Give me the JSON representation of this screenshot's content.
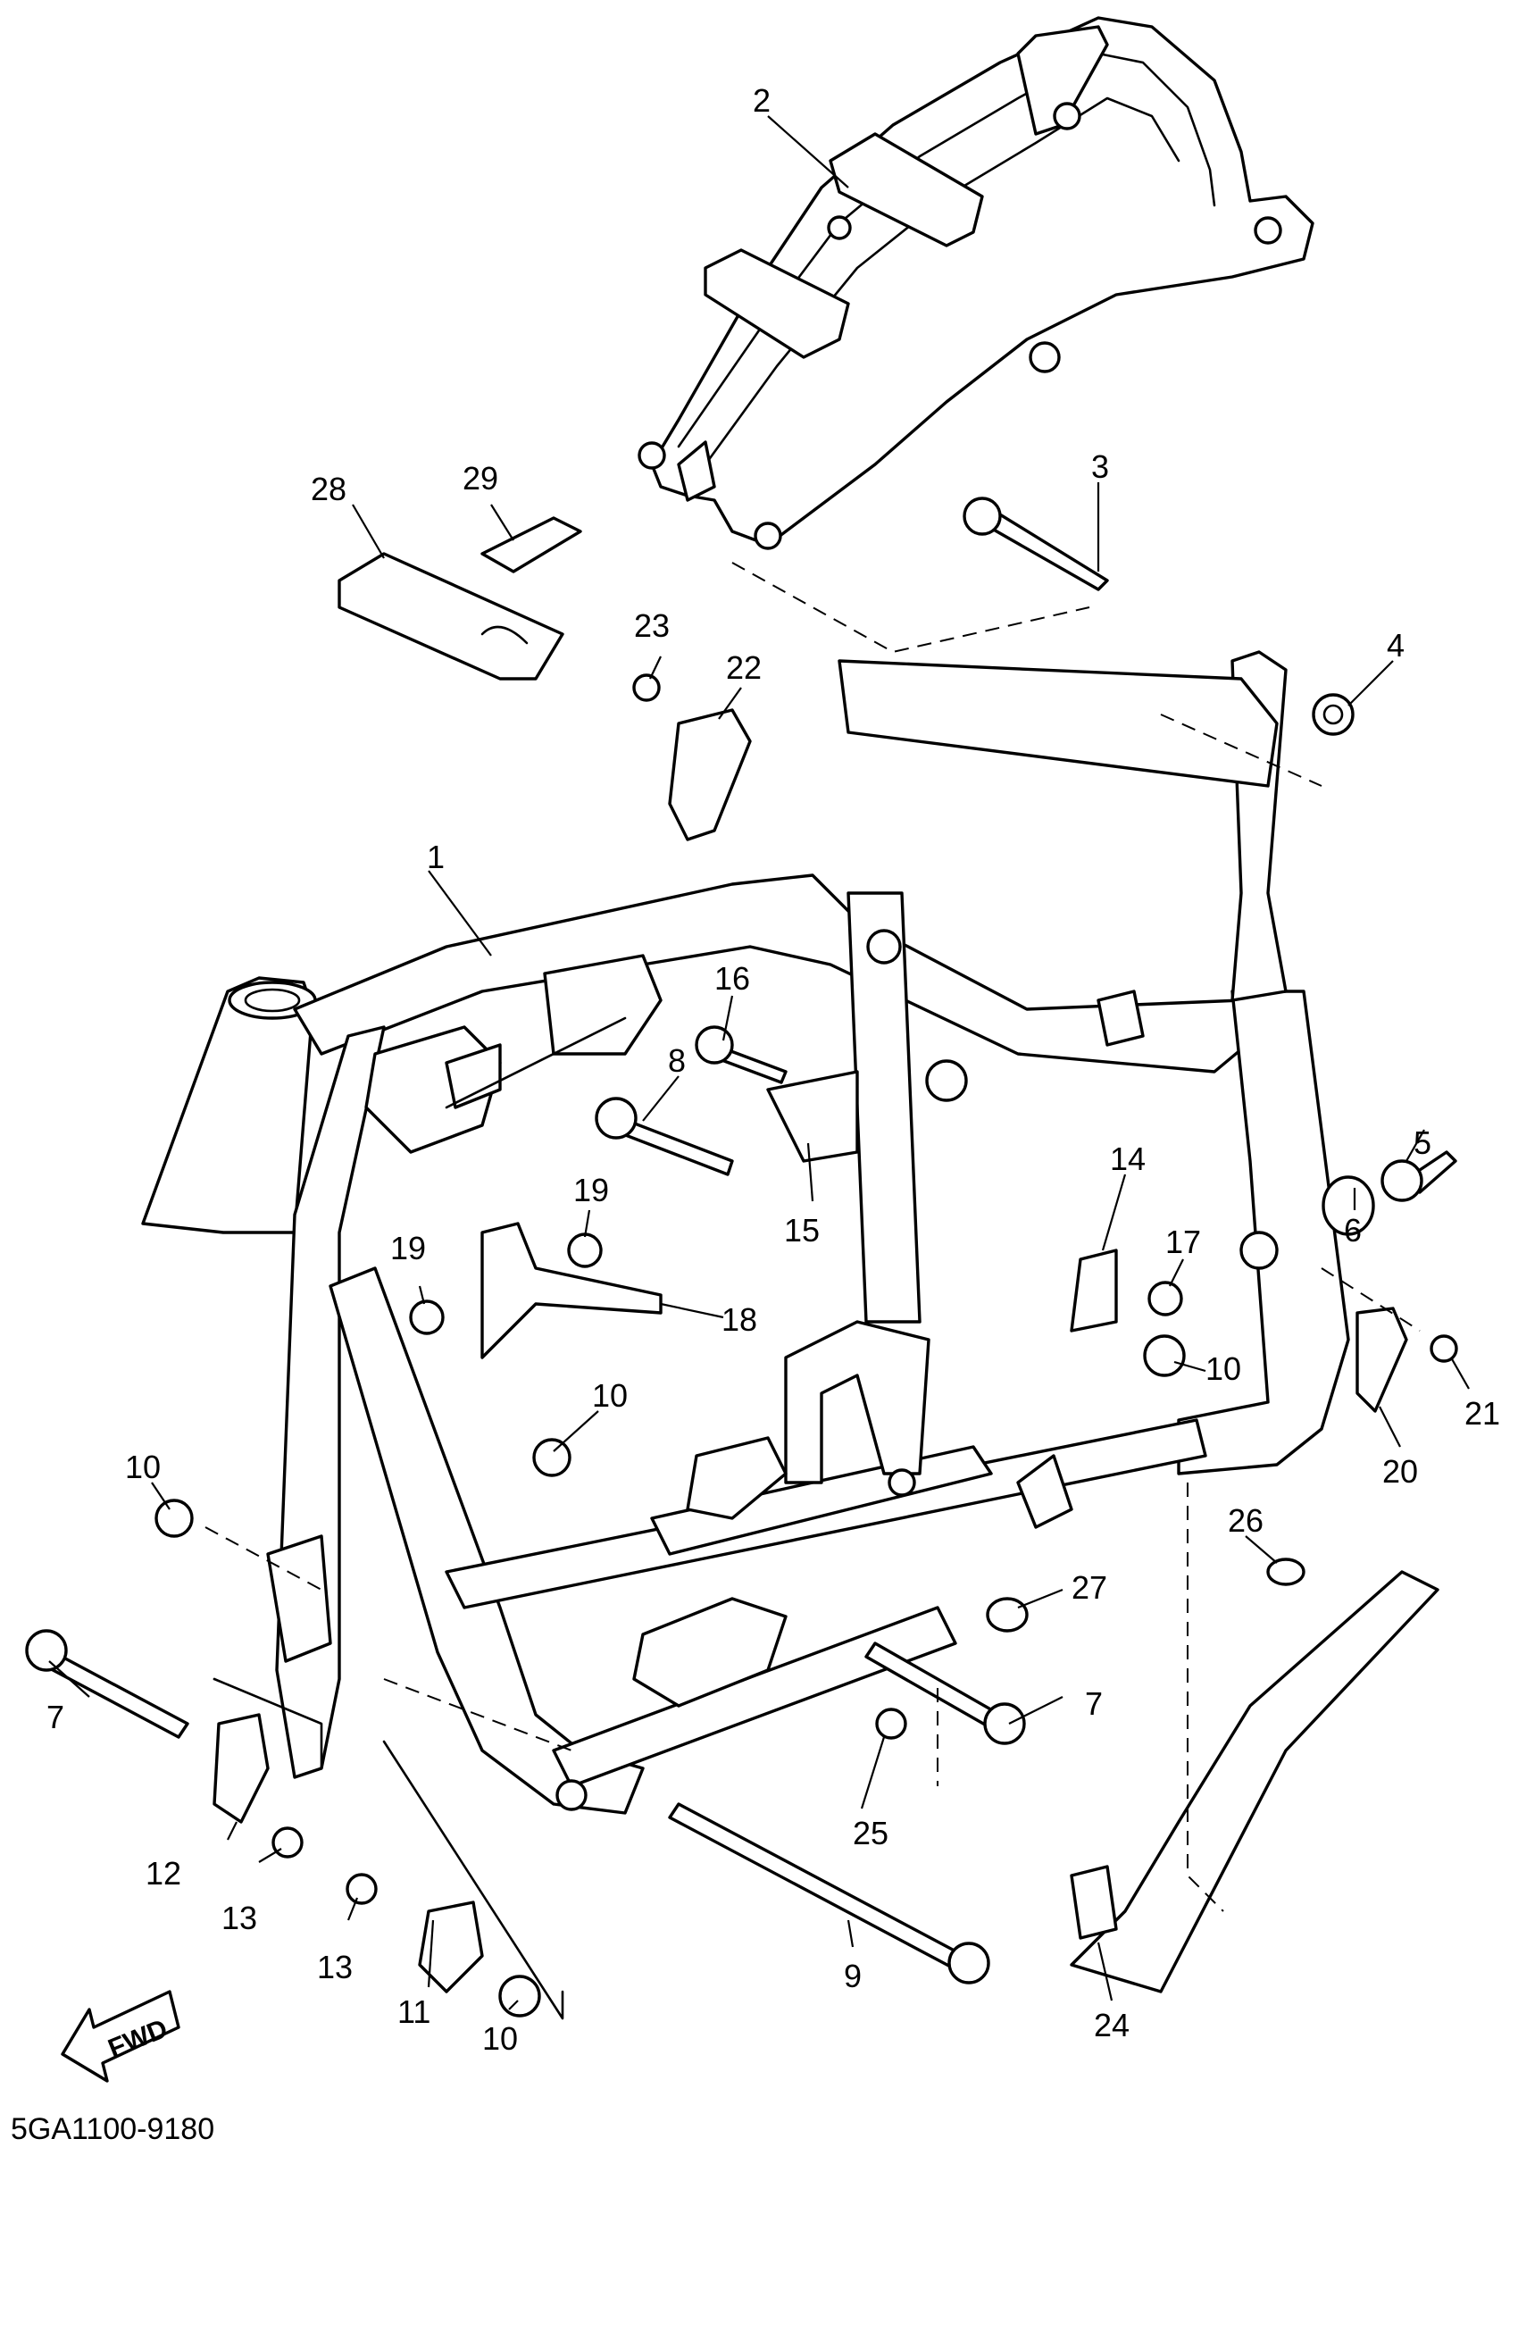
{
  "diagram": {
    "code": "5GA1100-9180",
    "fwd_label": "FWD",
    "callouts": [
      "1",
      "2",
      "3",
      "4",
      "5",
      "6",
      "7",
      "7",
      "8",
      "9",
      "10",
      "10",
      "10",
      "10",
      "11",
      "12",
      "13",
      "13",
      "14",
      "15",
      "16",
      "17",
      "18",
      "19",
      "19",
      "20",
      "21",
      "22",
      "23",
      "24",
      "25",
      "26",
      "27",
      "28",
      "29"
    ]
  }
}
